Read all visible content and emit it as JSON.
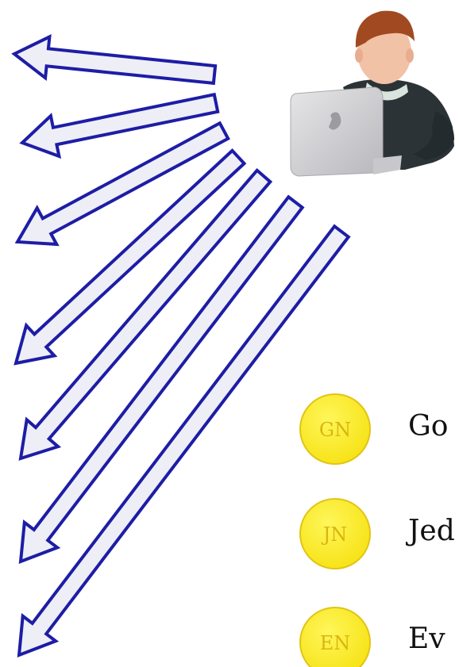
{
  "colors": {
    "arrow_stroke": "#1d1da6",
    "arrow_fill": "#eeeef6",
    "coin_fill": "#fbed19",
    "coin_stroke": "#e2c414",
    "coin_text": "#d9b60e",
    "hair": "#a14a22",
    "skin": "#f2c2a6",
    "shirt": "#2b3336",
    "laptop": "#d6d6d8"
  },
  "icons": {
    "user": "person-at-laptop-icon",
    "laptop": "laptop-icon",
    "coin": "coin-icon"
  },
  "nodes": [
    {
      "abbr": "GN",
      "label": "Go"
    },
    {
      "abbr": "JN",
      "label": "Jed"
    },
    {
      "abbr": "EN",
      "label": "Ev"
    }
  ]
}
